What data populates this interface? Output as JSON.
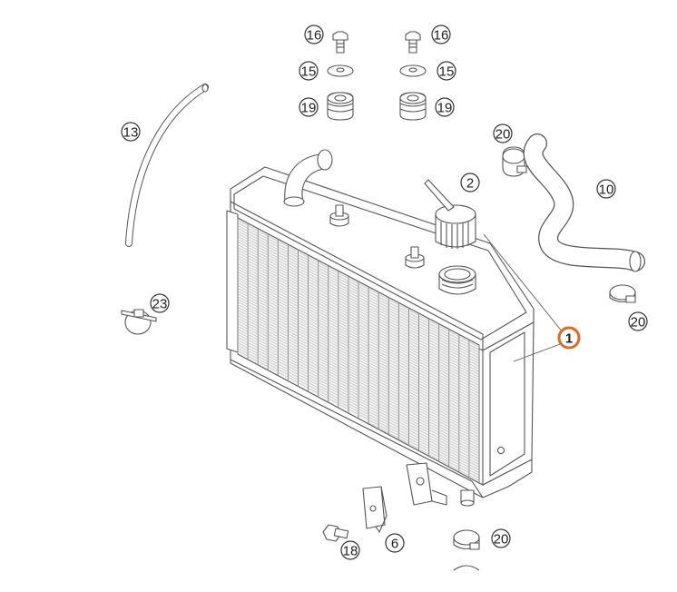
{
  "diagram": {
    "callouts": [
      {
        "id": "c16a",
        "label": "16"
      },
      {
        "id": "c16b",
        "label": "16"
      },
      {
        "id": "c15a",
        "label": "15"
      },
      {
        "id": "c15b",
        "label": "15"
      },
      {
        "id": "c19a",
        "label": "19"
      },
      {
        "id": "c19b",
        "label": "19"
      },
      {
        "id": "c13",
        "label": "13"
      },
      {
        "id": "c20a",
        "label": "20"
      },
      {
        "id": "c2",
        "label": "2"
      },
      {
        "id": "c10",
        "label": "10"
      },
      {
        "id": "c23",
        "label": "23"
      },
      {
        "id": "c1",
        "label": "1",
        "selected": true
      },
      {
        "id": "c20b",
        "label": "20"
      },
      {
        "id": "c6",
        "label": "6"
      },
      {
        "id": "c18",
        "label": "18"
      },
      {
        "id": "c20c",
        "label": "20"
      }
    ],
    "colors": {
      "line": "#555555",
      "fill": "#ffffff",
      "fin": "#8a8a8a",
      "selected": "#e06a1c"
    }
  }
}
